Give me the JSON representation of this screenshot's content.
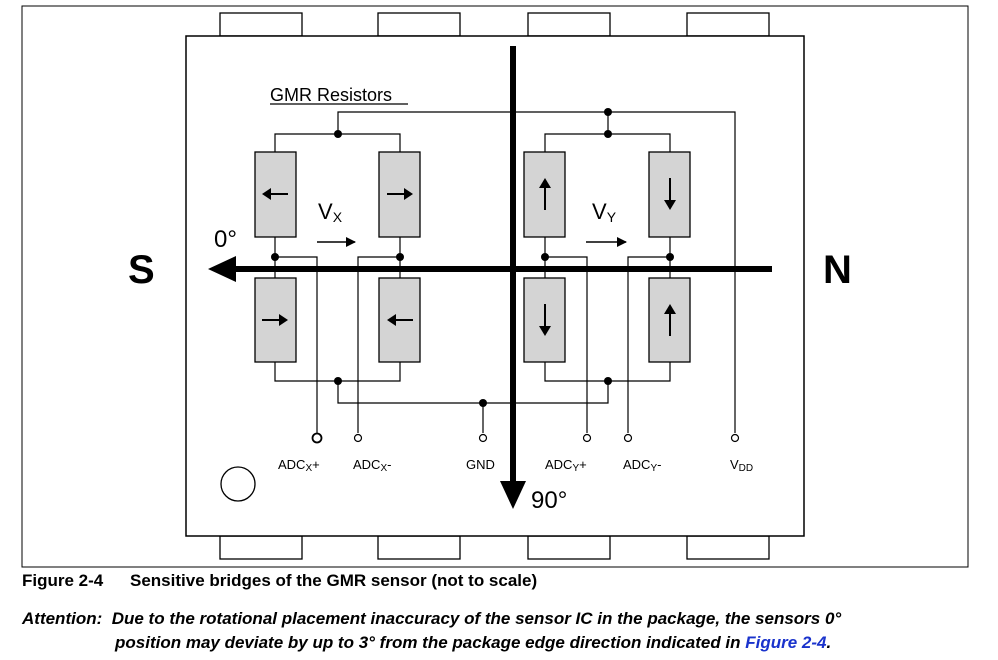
{
  "diagram": {
    "gmr_label": "GMR Resistors",
    "pole_south": "S",
    "pole_north": "N",
    "angle_zero": "0°",
    "angle_ninety": "90°",
    "vx": {
      "main": "V",
      "sub": "X"
    },
    "vy": {
      "main": "V",
      "sub": "Y"
    },
    "pins": [
      {
        "main": "ADC",
        "sub": "X",
        "suffix": "+"
      },
      {
        "main": "ADC",
        "sub": "X",
        "suffix": "-"
      },
      {
        "main": "GND",
        "sub": "",
        "suffix": ""
      },
      {
        "main": "ADC",
        "sub": "Y",
        "suffix": "+"
      },
      {
        "main": "ADC",
        "sub": "Y",
        "suffix": "-"
      },
      {
        "main": "V",
        "sub": "DD",
        "suffix": ""
      }
    ],
    "resistor_arrows": [
      "left",
      "right",
      "up",
      "down",
      "right",
      "left",
      "down",
      "up"
    ]
  },
  "caption": {
    "number": "Figure 2-4",
    "text": "Sensitive bridges of the GMR sensor (not to scale)"
  },
  "attention": {
    "label": "Attention:",
    "line1": "Due to the rotational placement inaccuracy of the sensor IC in the package, the sensors 0°",
    "line2_start": "position may deviate by up to 3° from the package edge direction indicated in ",
    "link": "Figure 2-4",
    "line2_end": "."
  }
}
